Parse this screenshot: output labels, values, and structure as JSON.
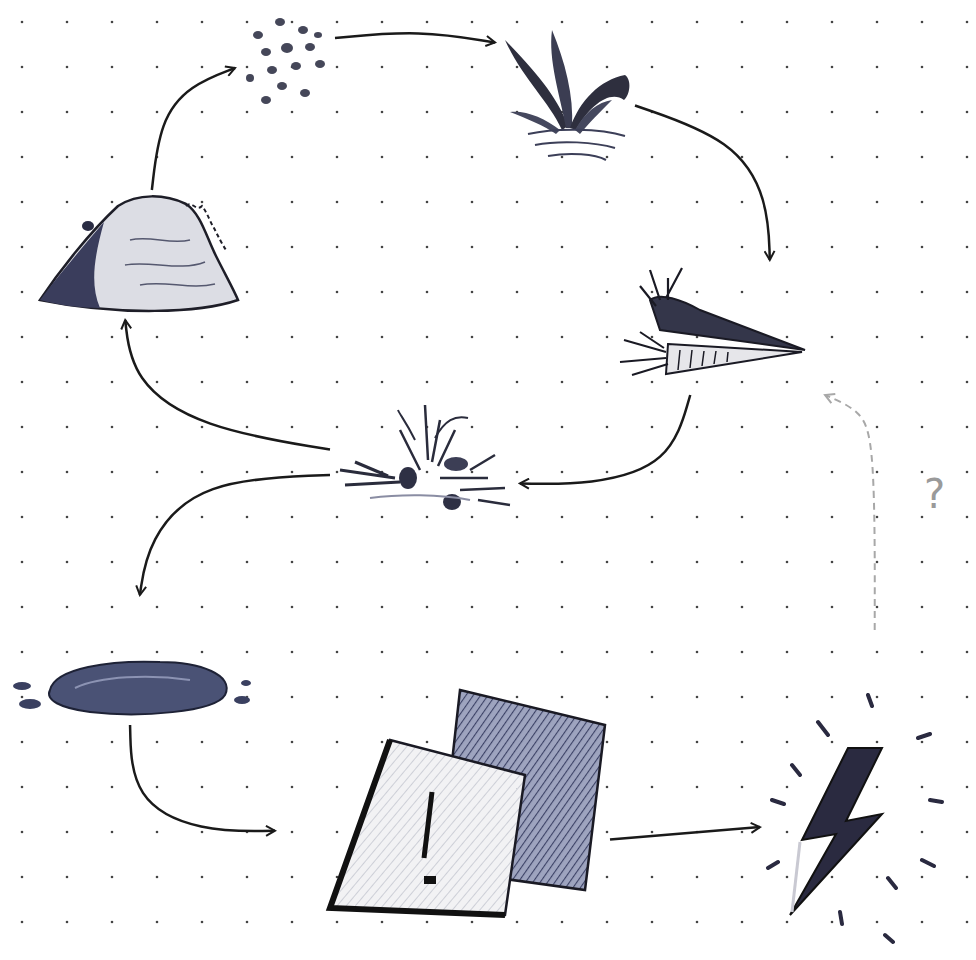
{
  "diagram": {
    "nodes": [
      {
        "text": []
      },
      {
        "text": []
      },
      {
        "text": []
      },
      {
        "text": []
      },
      {
        "text": []
      },
      {
        "text": []
      },
      {
        "text": []
      },
      {
        "text": []
      }
    ],
    "edges": [
      {
        "from": 0,
        "to": 1,
        "arrow": "to"
      },
      {
        "from": 1,
        "to": 2,
        "arrow": "to"
      },
      {
        "from": 2,
        "to": 3,
        "arrow": "to"
      },
      {
        "from": 3,
        "to": 4,
        "arrow": "to"
      },
      {
        "from": 4,
        "to": 0,
        "arrow": "to"
      },
      {
        "from": 4,
        "to": 5,
        "arrow": "to"
      },
      {
        "from": 5,
        "to": 6,
        "arrow": "to"
      },
      {
        "from": 6,
        "to": 7,
        "arrow": "to"
      },
      {
        "from": 7,
        "to": 3,
        "label": "?",
        "arrow": "to"
      }
    ]
  }
}
